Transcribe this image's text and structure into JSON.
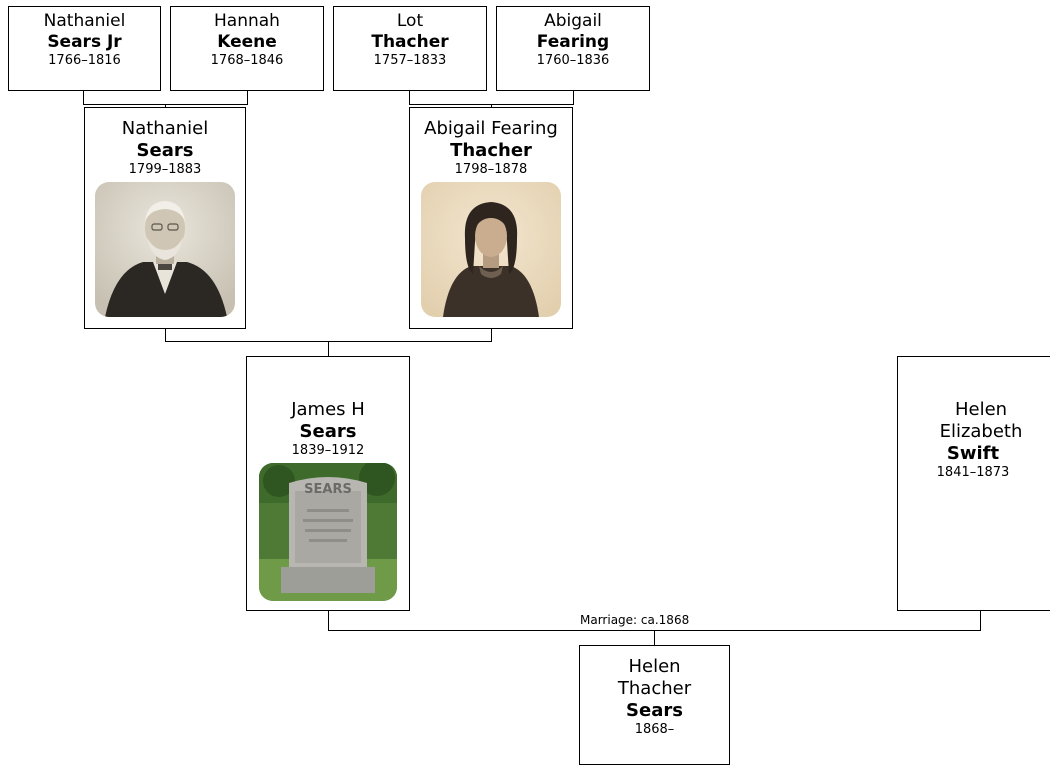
{
  "great_grandparents": [
    {
      "given": "Nathaniel",
      "surname": "Sears Jr",
      "dates": "1766–1816"
    },
    {
      "given": "Hannah",
      "surname": "Keene",
      "dates": "1768–1846"
    },
    {
      "given": "Lot",
      "surname": "Thacher",
      "dates": "1757–1833"
    },
    {
      "given": "Abigail",
      "surname": "Fearing",
      "dates": "1760–1836"
    }
  ],
  "grandparents": [
    {
      "given": "Nathaniel",
      "surname": "Sears",
      "dates": "1799–1883",
      "photo": "portrait-elderly-man"
    },
    {
      "given": "Abigail Fearing",
      "surname": "Thacher",
      "dates": "1798–1878",
      "photo": "portrait-woman"
    }
  ],
  "parents": [
    {
      "given": "James H",
      "surname": "Sears",
      "dates": "1839–1912",
      "photo": "gravestone-sears",
      "photo_text": "SEARS"
    },
    {
      "given": "Helen Elizabeth",
      "surname": "Swift",
      "dates": "1841–1873"
    }
  ],
  "marriage": {
    "label": "Marriage: ca.1868"
  },
  "child": {
    "given": "Helen Thacher",
    "surname": "Sears",
    "dates": "1868–"
  }
}
